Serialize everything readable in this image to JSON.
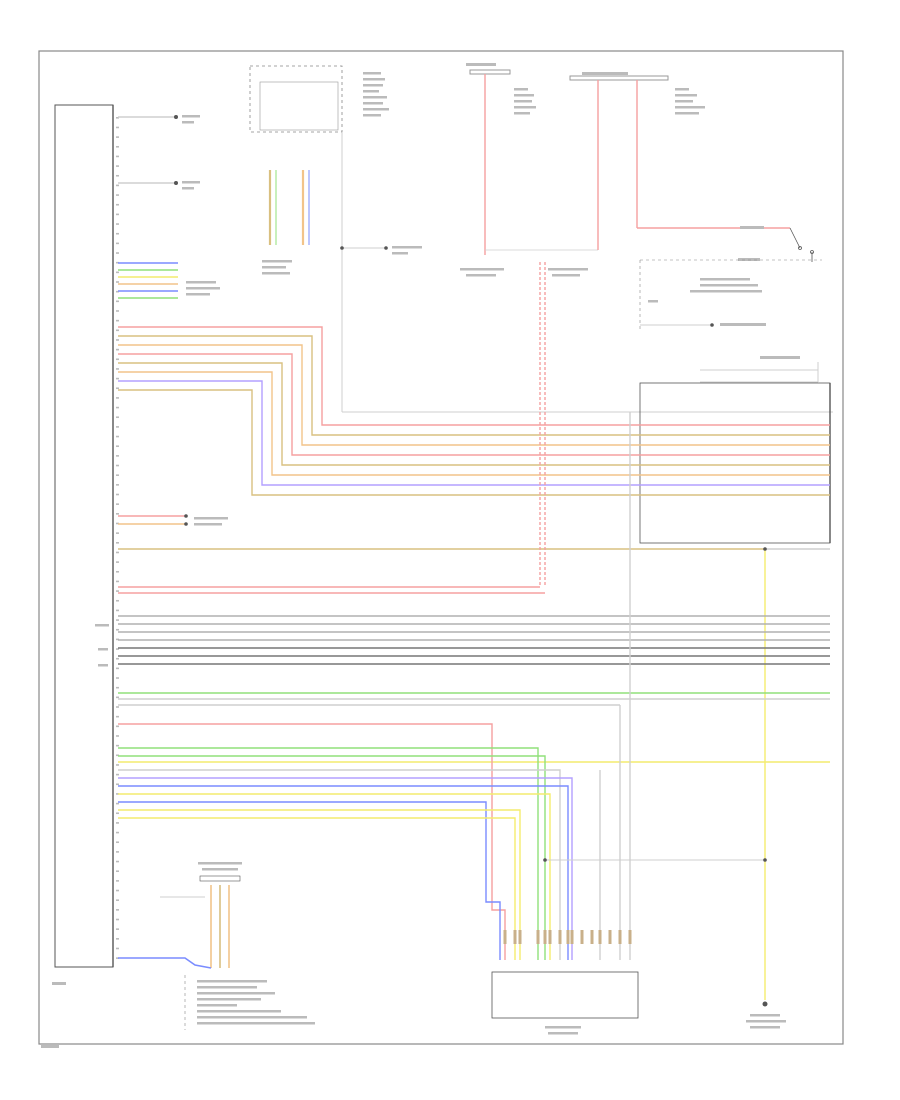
{
  "diagram": {
    "colors": {
      "frame": "#888888",
      "module": "#555555",
      "red": "#f5a0a0",
      "pink": "#f7b6b6",
      "orange": "#f2c48a",
      "tan": "#d9c080",
      "yellow": "#f4ec6e",
      "green": "#90e07a",
      "blue": "#7a8cff",
      "gray": "#b0b0b0",
      "dark": "#777777",
      "purple": "#b3a0ff",
      "wire": "#cfcfcf"
    },
    "module_left": {
      "pins": 88
    },
    "connectors": [
      {
        "id": "c1",
        "pins": 10
      },
      {
        "id": "c2",
        "pins": 12
      }
    ]
  }
}
